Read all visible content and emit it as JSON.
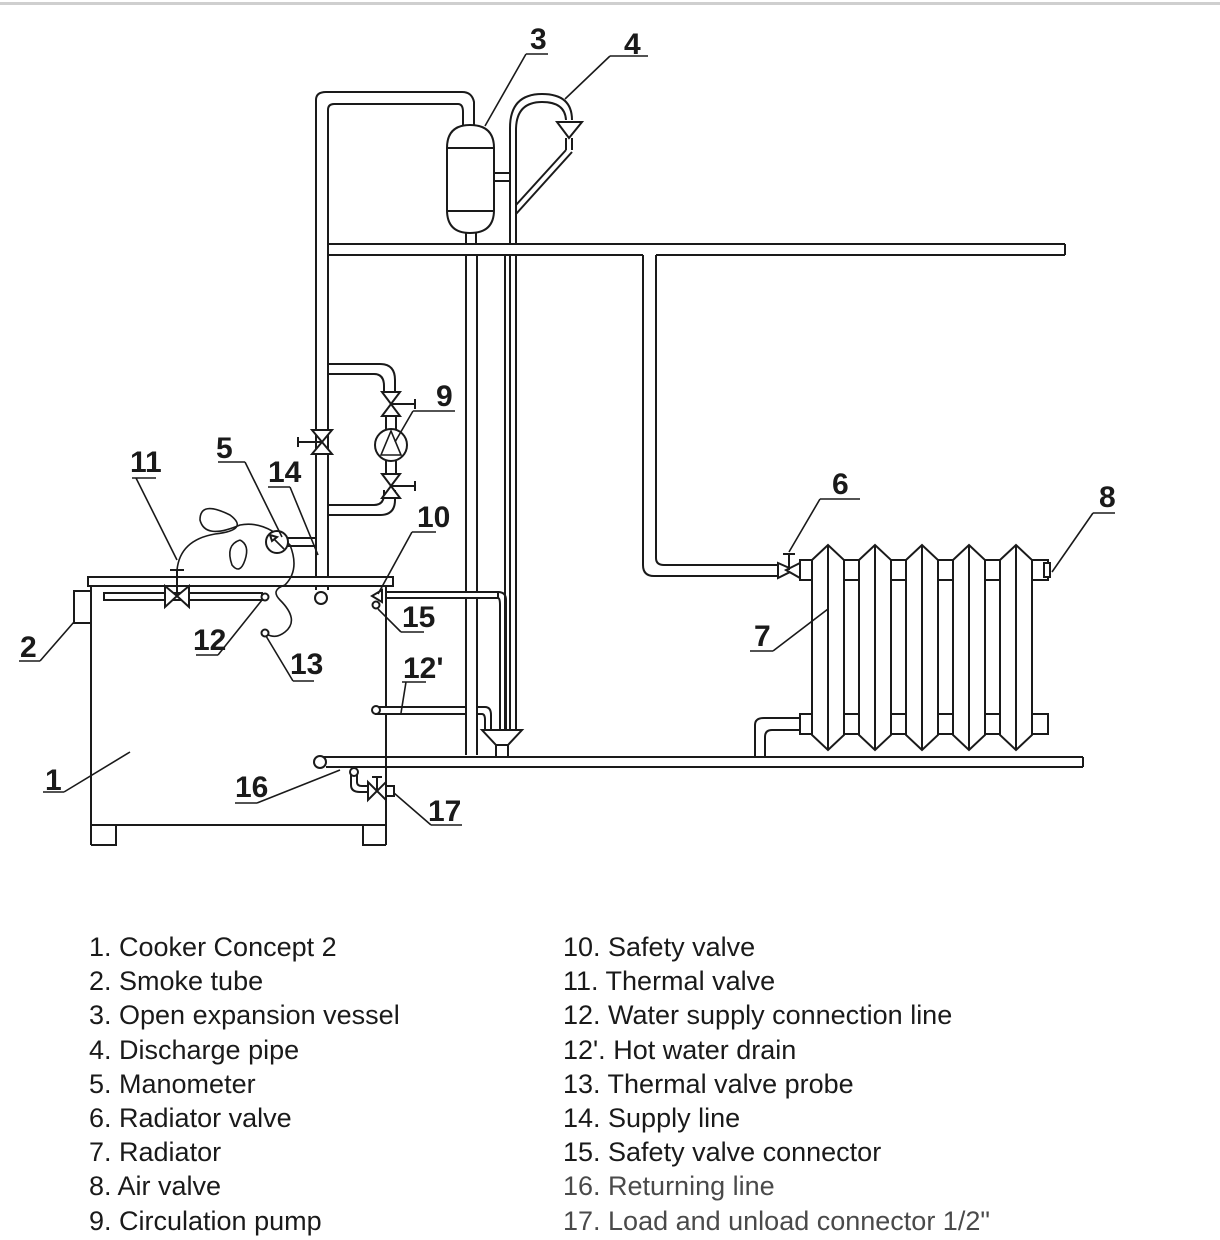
{
  "diagram": {
    "title": "Heating system connection scheme",
    "callouts": [
      {
        "id": "1",
        "label": "1"
      },
      {
        "id": "2",
        "label": "2"
      },
      {
        "id": "3",
        "label": "3"
      },
      {
        "id": "4",
        "label": "4"
      },
      {
        "id": "5",
        "label": "5"
      },
      {
        "id": "6",
        "label": "6"
      },
      {
        "id": "7",
        "label": "7"
      },
      {
        "id": "8",
        "label": "8"
      },
      {
        "id": "9",
        "label": "9"
      },
      {
        "id": "10",
        "label": "10"
      },
      {
        "id": "11",
        "label": "11"
      },
      {
        "id": "12",
        "label": "12"
      },
      {
        "id": "12p",
        "label": "12'"
      },
      {
        "id": "13",
        "label": "13"
      },
      {
        "id": "14",
        "label": "14"
      },
      {
        "id": "15",
        "label": "15"
      },
      {
        "id": "16",
        "label": "16"
      },
      {
        "id": "17",
        "label": "17"
      }
    ],
    "radiator_sections": 5
  },
  "legend": {
    "left": [
      "1. Cooker Concept 2",
      "2. Smoke tube",
      "3. Open expansion vessel",
      "4. Discharge pipe",
      "5. Manometer",
      "6. Radiator valve",
      "7. Radiator",
      "8. Air valve",
      "9. Circulation pump"
    ],
    "right": [
      "10. Safety valve",
      "11. Thermal valve",
      "12. Water supply connection line",
      "12'. Hot water drain",
      "13. Thermal valve probe",
      "14. Supply line",
      "15. Safety valve connector",
      "16. Returning line",
      "17. Load and unload connector 1/2\""
    ]
  },
  "colors": {
    "line": "#1a1a1a",
    "background": "#ffffff",
    "cursor": "#7a5a90"
  }
}
